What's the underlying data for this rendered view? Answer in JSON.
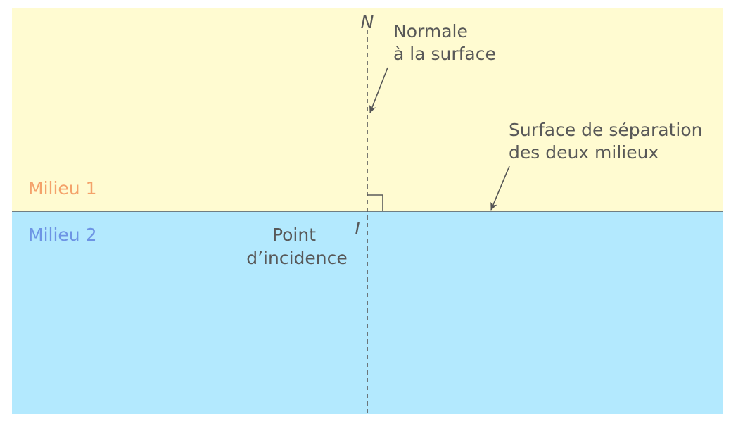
{
  "medium1": {
    "label": "Milieu 1",
    "background": "#fffbd1",
    "label_color": "#f4a26a"
  },
  "medium2": {
    "label": "Milieu 2",
    "background": "#b3e9fe",
    "label_color": "#6d94e4"
  },
  "normal": {
    "point_label": "N",
    "annotation": [
      "Normale",
      "à la surface"
    ]
  },
  "incidence": {
    "point_label": "I",
    "annotation": [
      "Point",
      "d’incidence"
    ]
  },
  "surface": {
    "annotation": [
      "Surface de séparation",
      "des deux milieux"
    ]
  },
  "colors": {
    "line": "#5a5a5a",
    "text": "#585858"
  }
}
